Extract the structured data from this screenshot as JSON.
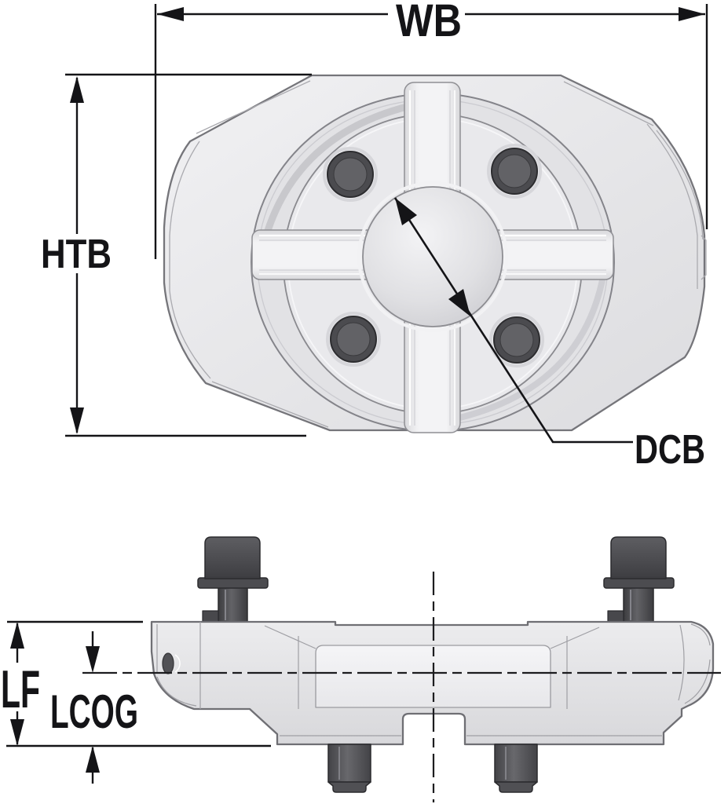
{
  "labels": {
    "wb": "WB",
    "htb": "HTB",
    "dcb": "DCB",
    "lf": "LF",
    "lcog": "LCOG"
  },
  "colors": {
    "background": "#ffffff",
    "dimension_ink": "#141417",
    "part_outline": "#6f6f74",
    "body_fill_light": "#eeeef0",
    "body_fill_mid": "#dededf",
    "slot_fill": "#f3f3f5",
    "center_boss_fill": "#d9d9dc",
    "bolt_dark": "#47474b",
    "bolt_mid": "#5f5f63"
  }
}
